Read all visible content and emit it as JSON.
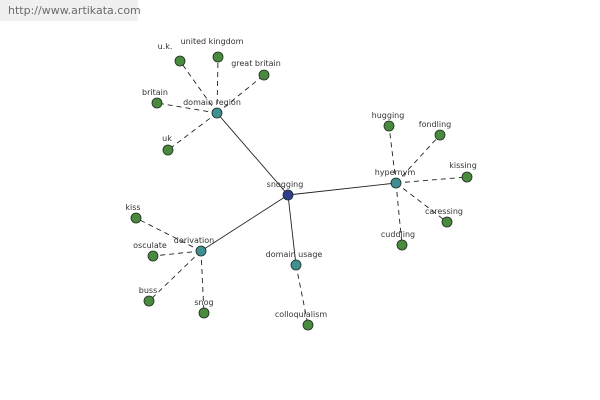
{
  "url": "http://www.artikata.com",
  "colors": {
    "center": "#2e3f8f",
    "relation": "#3f8f93",
    "word": "#4a8a3e",
    "edge": "#222222"
  },
  "graph": {
    "center": {
      "id": "snogging",
      "label": "snogging"
    },
    "relations": [
      {
        "id": "domain-region",
        "label": "domain region",
        "words": [
          {
            "id": "uk-dotted",
            "label": "u.k."
          },
          {
            "id": "united-kingdom",
            "label": "united kingdom"
          },
          {
            "id": "great-britain",
            "label": "great britain"
          },
          {
            "id": "britain",
            "label": "britain"
          },
          {
            "id": "uk",
            "label": "uk"
          }
        ]
      },
      {
        "id": "hypernym",
        "label": "hypernym",
        "words": [
          {
            "id": "hugging",
            "label": "hugging"
          },
          {
            "id": "fondling",
            "label": "fondling"
          },
          {
            "id": "kissing",
            "label": "kissing"
          },
          {
            "id": "caressing",
            "label": "caressing"
          },
          {
            "id": "cuddling",
            "label": "cuddling"
          }
        ]
      },
      {
        "id": "derivation",
        "label": "derivation",
        "words": [
          {
            "id": "kiss",
            "label": "kiss"
          },
          {
            "id": "osculate",
            "label": "osculate"
          },
          {
            "id": "buss",
            "label": "buss"
          },
          {
            "id": "snog",
            "label": "snog"
          }
        ]
      },
      {
        "id": "domain-usage",
        "label": "domain usage",
        "words": [
          {
            "id": "colloquialism",
            "label": "colloquialism"
          }
        ]
      }
    ]
  }
}
